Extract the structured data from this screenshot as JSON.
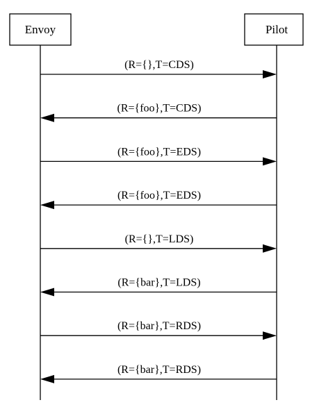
{
  "participants": {
    "left": "Envoy",
    "right": "Pilot"
  },
  "messages": [
    {
      "label": "(R={},T=CDS)",
      "direction": "to-right"
    },
    {
      "label": "(R={foo},T=CDS)",
      "direction": "to-left"
    },
    {
      "label": "(R={foo},T=EDS)",
      "direction": "to-right"
    },
    {
      "label": "(R={foo},T=EDS)",
      "direction": "to-left"
    },
    {
      "label": "(R={},T=LDS)",
      "direction": "to-right"
    },
    {
      "label": "(R={bar},T=LDS)",
      "direction": "to-left"
    },
    {
      "label": "(R={bar},T=RDS)",
      "direction": "to-right"
    },
    {
      "label": "(R={bar},T=RDS)",
      "direction": "to-left"
    }
  ]
}
